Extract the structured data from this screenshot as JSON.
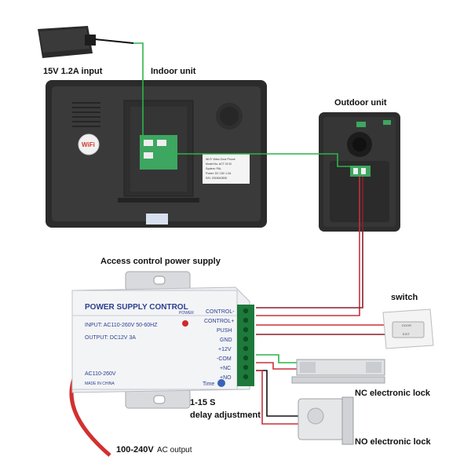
{
  "labels": {
    "power_input": "15V 1.2A input",
    "indoor_unit": "Indoor unit",
    "outdoor_unit": "Outdoor unit",
    "access_psu": "Access control power supply",
    "switch": "switch",
    "nc_lock": "NC electronic lock",
    "no_lock": "NO electronic lock",
    "delay_adjust_1": "1-15 S",
    "delay_adjust_2": "delay adjustment",
    "ac_output": "100-240V",
    "ac_output_suffix": "AC output"
  },
  "indoor_unit": {
    "wifi_badge": "WiFi",
    "sticker_lines": [
      "Wi-Fi Video Door Phone",
      "Model No: ACT 02 ID",
      "System: PAL",
      "Power: DC 15V 1.2A",
      "S/N: 2018042830"
    ]
  },
  "psu": {
    "title": "POWER SUPPLY CONTROL",
    "input": "INPUT: AC110-260V 50-60HZ",
    "output": "OUTPUT: DC12V 3A",
    "power_led": "POWER",
    "ac_label": "AC110-260V",
    "made_in": "MADE IN CHINA",
    "time_label": "Time",
    "terminals": [
      "CONTROL-",
      "CONTROL+",
      "PUSH",
      "GND",
      "+12V",
      "-COM",
      "+NC",
      "+NO"
    ]
  },
  "switch_device": {
    "top_text": "DOOR",
    "bottom_text": "EXIT"
  },
  "colors": {
    "wire_green": "#2db34a",
    "wire_red": "#c8303a",
    "wire_dark": "#8a1f2a",
    "wire_gray": "#8a8a8a",
    "psu_blue": "#2b3f8f",
    "device_dark": "#2a2a2a",
    "terminal_green": "#1d7a3a"
  }
}
